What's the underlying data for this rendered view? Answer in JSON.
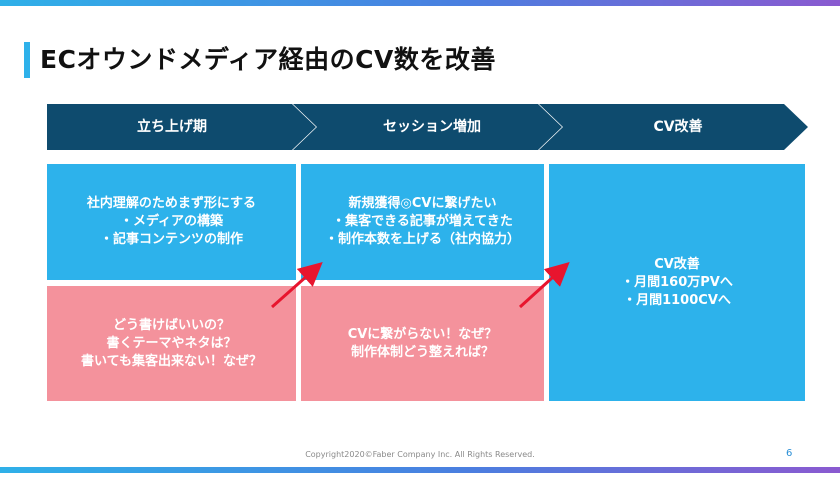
{
  "slide": {
    "title": "ECオウンドメディア経由のCV数を改善",
    "footer": "Copyright2020©Faber Company Inc. All Rights Reserved.",
    "page_number": "6"
  },
  "phases": [
    {
      "label": "立ち上げ期"
    },
    {
      "label": "セッション増加"
    },
    {
      "label": "CV改善"
    }
  ],
  "goals": [
    {
      "lines": [
        "社内理解のためまず形にする",
        "・メディアの構築",
        "・記事コンテンツの制作"
      ]
    },
    {
      "lines": [
        "新規獲得◎CVに繋げたい",
        "・集客できる記事が増えてきた",
        "・制作本数を上げる（社内協力）"
      ]
    },
    {
      "lines": [
        "CV改善",
        "・月間160万PVへ",
        "・月間1100CVへ"
      ]
    }
  ],
  "problems": [
    {
      "lines": [
        "どう書けばいいの？",
        "書くテーマやネタは？",
        "書いても集客出来ない！なぜ？"
      ]
    },
    {
      "lines": [
        "CVに繋がらない！なぜ？",
        "制作体制どう整えれば？"
      ]
    }
  ],
  "colors": {
    "chevron": "#0e4b6e",
    "goal_box": "#2db2eb",
    "problem_box": "#f4929c",
    "arrow": "#e8152e",
    "accent": "#2eb1ea"
  }
}
